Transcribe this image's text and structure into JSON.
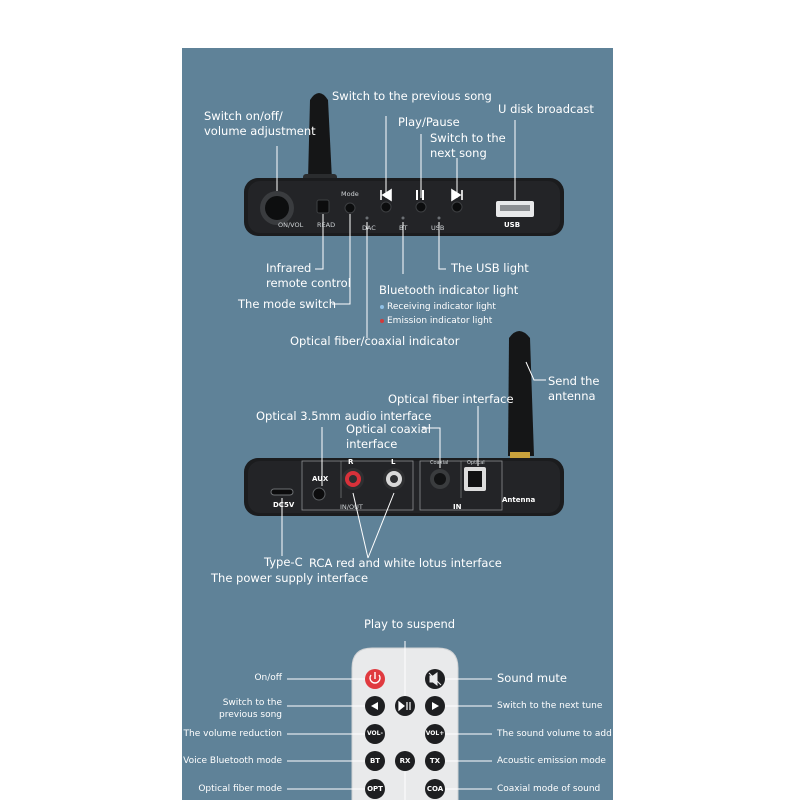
{
  "colors": {
    "panel": "#5f8298",
    "device": "#17181a",
    "accent_red": "#d8313a",
    "receive_dot": "#8fc0e6",
    "emit_dot": "#d23a3a"
  },
  "front_panel": {
    "labels": {
      "switch_vol": "Switch on/off/\nvolume adjustment",
      "previous": "Switch to the previous song",
      "play_pause": "Play/Pause",
      "next": "Switch to the\nnext song",
      "u_disk": "U disk broadcast",
      "infrared": "Infrared\nremote control",
      "mode_switch": "The mode switch",
      "bt_indicator": "Bluetooth indicator light",
      "receiving": "Receiving indicator light",
      "emission": "Emission indicator light",
      "usb_light": "The USB light",
      "optical_indicator": "Optical fiber/coaxial indicator"
    },
    "device_text": {
      "vol": "ON/VOL",
      "read": "READ",
      "mode": "Mode",
      "dac": "DAC",
      "bt": "BT",
      "usb_led": "USB",
      "usb_port": "USB"
    }
  },
  "back_panel": {
    "labels": {
      "send_antenna": "Send the\nantenna",
      "optical_interface": "Optical fiber interface",
      "aux_interface": "Optical 3.5mm audio interface",
      "coaxial_interface": "Optical coaxial\ninterface",
      "type_c": "Type-C",
      "power_interface": "The power supply interface",
      "rca": "RCA red and white lotus interface"
    },
    "device_text": {
      "aux": "AUX",
      "r": "R",
      "l": "L",
      "inout": "IN/OUT",
      "coaxial": "Coaxial",
      "optical": "Optical",
      "in": "IN",
      "antenna": "Antenna",
      "dc5v": "DC5V"
    }
  },
  "remote": {
    "labels": {
      "play_suspend": "Play to suspend",
      "onoff": "On/off",
      "mute": "Sound mute",
      "prev": "Switch to the\nprevious song",
      "next": "Switch to the next tune",
      "vol_down": "The volume reduction",
      "vol_up": "The sound volume to add",
      "voice_bt": "Voice Bluetooth mode",
      "acoustic": "Acoustic emission mode",
      "optical_mode": "Optical fiber mode",
      "coaxial_mode": "Coaxial mode of sound"
    },
    "buttons": {
      "vol_minus": "VOL-",
      "vol_plus": "VOL+",
      "bt": "BT",
      "rx": "RX",
      "tx": "TX",
      "opt": "OPT",
      "coa": "COA"
    }
  }
}
